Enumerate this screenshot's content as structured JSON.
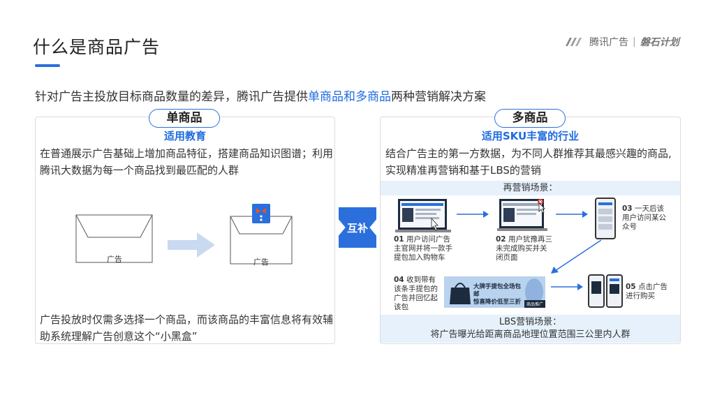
{
  "title": "什么是商品广告",
  "brand": {
    "name": "腾讯广告",
    "divider": "|",
    "sub": "磐石计划"
  },
  "subtitle": {
    "before": "针对广告主投放目标商品数量的差异，腾讯广告提供",
    "highlight": "单商品和多商品",
    "after": "两种营销解决方案"
  },
  "left": {
    "pill": "单商品",
    "heading": "适用教育",
    "desc": "在普通展示广告基础上增加商品特征，搭建商品知识图谱；利用腾讯大数据为每一个商品找到最匹配的人群",
    "box_label_1": "广告",
    "box_label_2": "广告",
    "footer": "广告投放时仅需多选择一个商品，而该商品的丰富信息将有效辅助系统理解广告创意这个“小黑盒”"
  },
  "connector": "互补",
  "right": {
    "pill": "多商品",
    "heading": "适用SKU丰富的行业",
    "desc": "结合广告主的第一方数据，为不同人群推荐其最感兴趣的商品,实现精准再营销和基于LBS的营销",
    "remarketing_title": "再营销场景：",
    "steps": [
      {
        "num": "01",
        "text": "用户访问广告主官网并将一款手提包加入购物车"
      },
      {
        "num": "02",
        "text": "用户犹豫再三未完成购买并关闭页面"
      },
      {
        "num": "03",
        "text": "一天后该用户访问某公众号"
      },
      {
        "num": "04",
        "text": "收到带有该条手提包的广告并回忆起该包"
      },
      {
        "num": "05",
        "text": "点击广告进行购买"
      }
    ],
    "ad_banner": {
      "line1": "大牌手提包全场包邮",
      "line2": "惊喜降价低至三折",
      "tag": "商品推广"
    },
    "lbs_title": "LBS营销场景：",
    "lbs_desc": "将广告曝光给距离商品地理位置范围三公里内人群"
  },
  "colors": {
    "accent": "#2a6fdc",
    "highlight": "#1e6be0",
    "band": "#e6f1fb"
  }
}
